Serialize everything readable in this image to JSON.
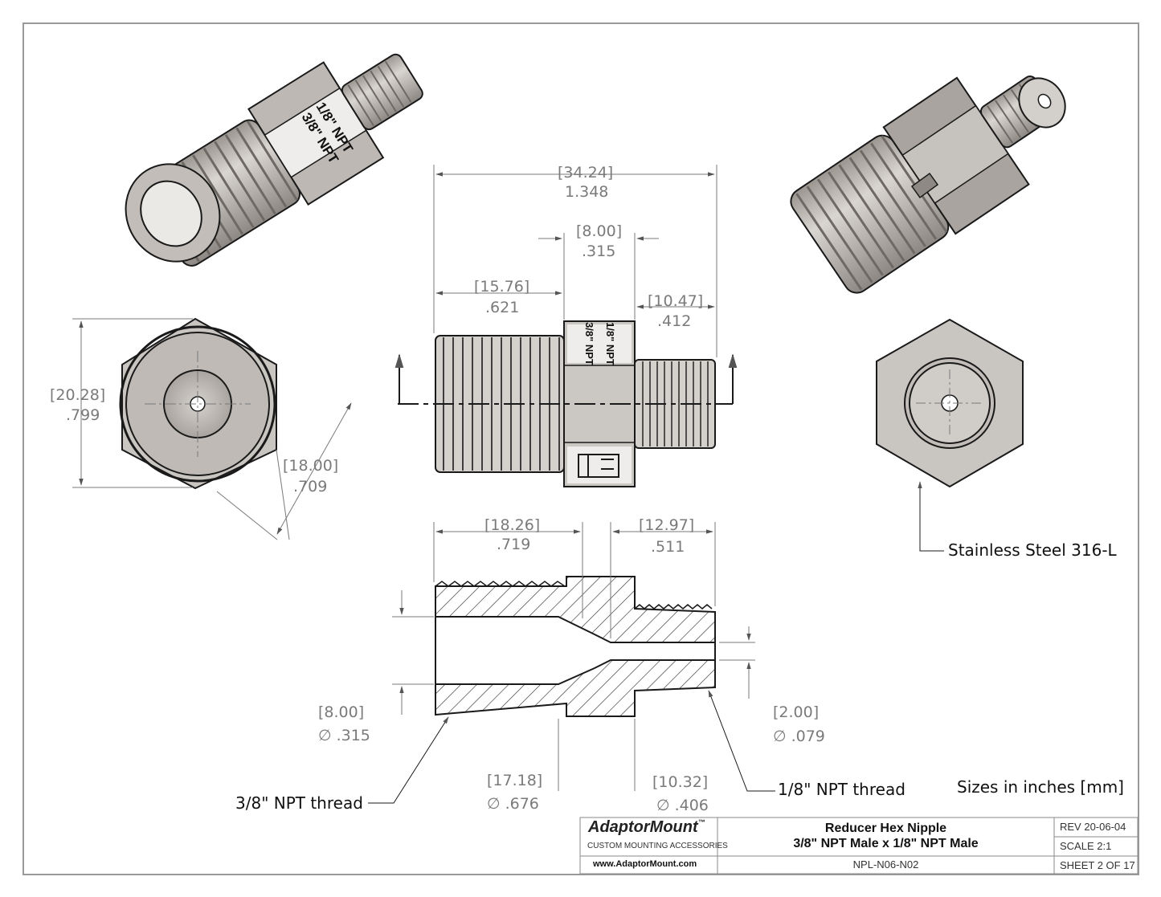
{
  "dimensions": {
    "overall": {
      "mm": "[34.24]",
      "in": "1.348"
    },
    "hex_width": {
      "mm": "[8.00]",
      "in": ".315"
    },
    "large_thread_length": {
      "mm": "[15.76]",
      "in": ".621"
    },
    "small_thread_length": {
      "mm": "[10.47]",
      "in": ".412"
    },
    "hex_corners": {
      "mm": "[20.28]",
      "in": ".799"
    },
    "hex_flats": {
      "mm": "[18.00]",
      "in": ".709"
    },
    "bore_depth_large": {
      "mm": "[18.26]",
      "in": ".719"
    },
    "bore_depth_small": {
      "mm": "[12.97]",
      "in": ".511"
    },
    "bore_large": {
      "mm": "[8.00]",
      "in": "∅ .315"
    },
    "bore_small": {
      "mm": "[2.00]",
      "in": "∅ .079"
    },
    "thread_od_large": {
      "mm": "[17.18]",
      "in": "∅ .676"
    },
    "thread_od_small": {
      "mm": "[10.32]",
      "in": "∅ .406"
    }
  },
  "labels": {
    "large_thread": "3/8\" NPT thread",
    "small_thread": "1/8\" NPT thread",
    "material": "Stainless Steel 316-L",
    "units": "Sizes in inches [mm]",
    "hex_mark_a": "3/8\" NPT",
    "hex_mark_b": "1/8\" NPT"
  },
  "title_block": {
    "brand": "AdaptorMount",
    "trademark": "™",
    "tagline": "CUSTOM MOUNTING ACCESSORIES",
    "website": "www.AdaptorMount.com",
    "title_line1": "Reducer Hex Nipple",
    "title_line2": "3/8\" NPT Male x 1/8\" NPT Male",
    "part_number": "NPL-N06-N02",
    "revision": "REV 20-06-04",
    "scale": "SCALE 2:1",
    "sheet": "SHEET 2 OF 17"
  },
  "colors": {
    "metal": "#c9c5c1",
    "metal_dark": "#8e8984",
    "outline": "#1a1a1a",
    "dim_line": "#7a7a7a"
  }
}
